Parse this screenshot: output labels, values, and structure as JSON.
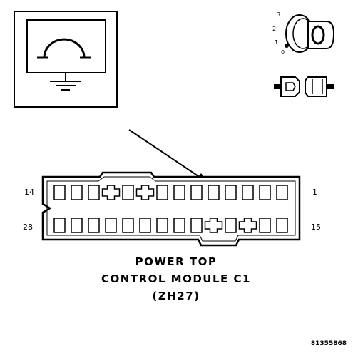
{
  "meter_icon": {
    "symbol": "ohm",
    "icon_name": "ohmmeter-icon"
  },
  "ignition": {
    "positions": [
      "3",
      "2",
      "1",
      "0"
    ],
    "key_icon": "ignition-key-icon",
    "connector_icon": "disconnect-connector-icon"
  },
  "connector": {
    "pin_left_top": "14",
    "pin_right_top": "1",
    "pin_left_bottom": "28",
    "pin_right_bottom": "15",
    "arrow_icon": "pointer-arrow-icon"
  },
  "caption": {
    "line1": "POWER TOP",
    "line2": "CONTROL MODULE C1",
    "line3": "(ZH27)"
  },
  "figure_id": "81355868"
}
